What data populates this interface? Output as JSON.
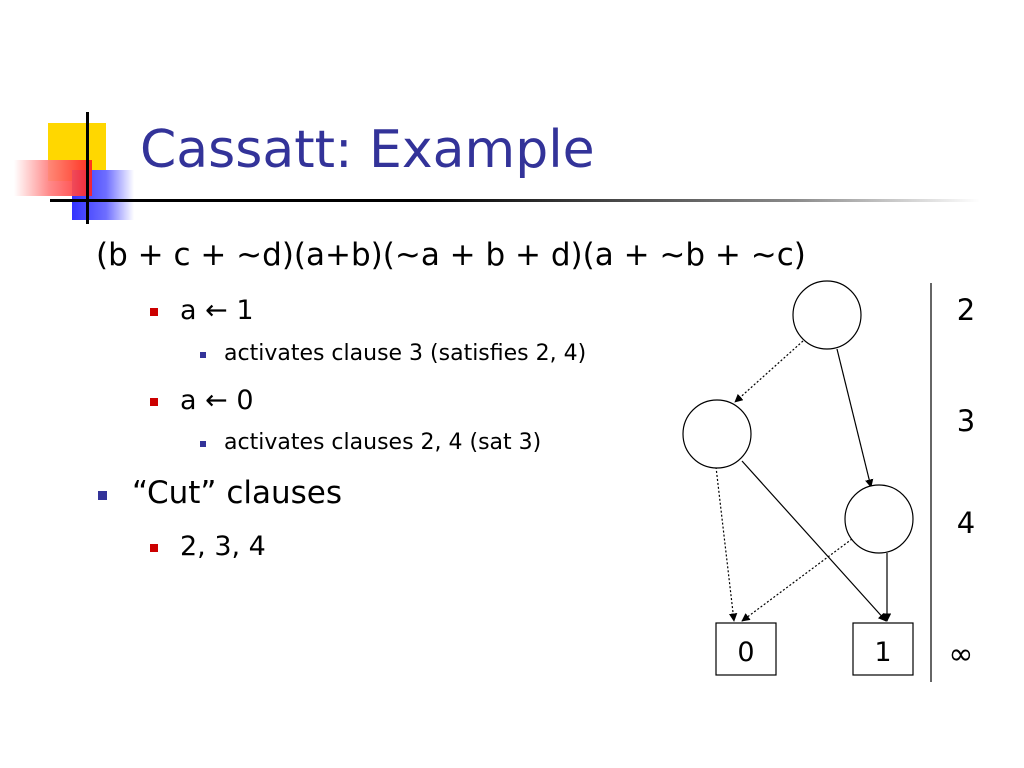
{
  "slide": {
    "title": "Cassatt: Example",
    "formula": "(b + c + ~d)(a+b)(~a + b + d)(a + ~b + ~c)",
    "bullets": [
      {
        "text": "a ← 1",
        "sub": [
          "activates clause 3 (satisfies 2, 4)"
        ]
      },
      {
        "text": "a ← 0",
        "sub": [
          "activates clauses 2, 4 (sat 3)"
        ]
      },
      {
        "text": "“Cut” clauses",
        "sub": [
          "2, 3, 4"
        ]
      }
    ]
  },
  "diagram": {
    "terminals": [
      "0",
      "1"
    ],
    "levels": [
      "2",
      "3",
      "4",
      "∞"
    ]
  },
  "colors": {
    "title": "#333399",
    "bullet_red": "#cc0000",
    "bullet_blue": "#333399"
  }
}
